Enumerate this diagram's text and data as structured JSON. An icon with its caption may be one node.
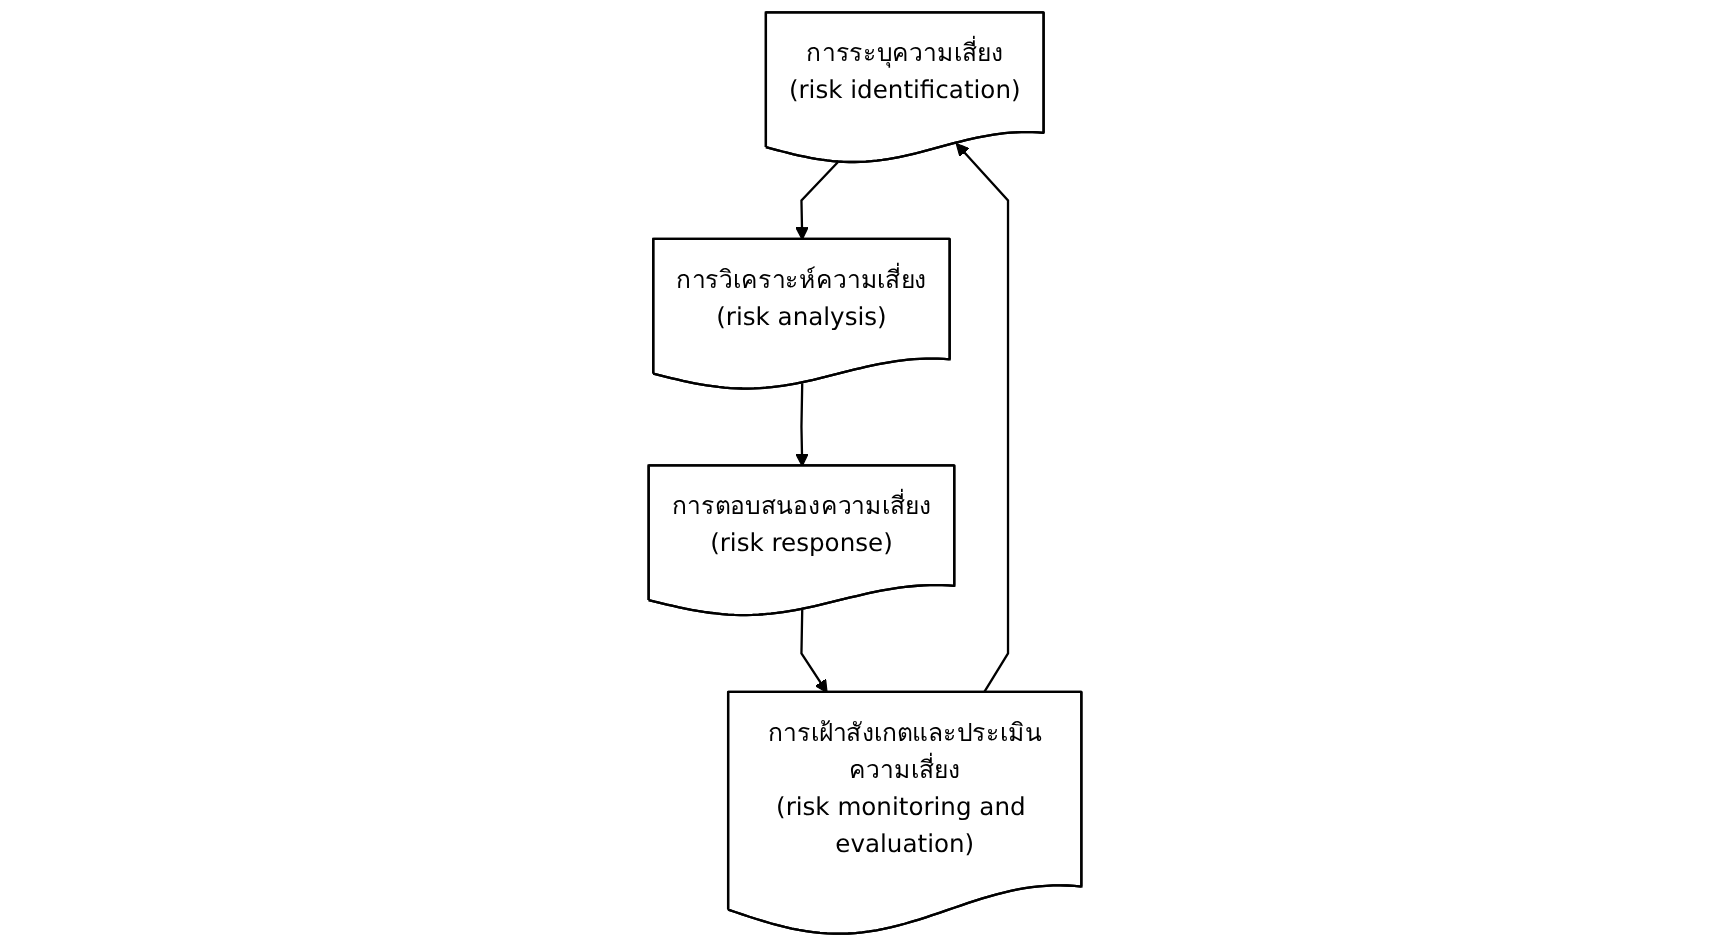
{
  "diagram": {
    "nodes": [
      {
        "text": [
          "การระบุความเสี่ยง",
          "(risk identification)"
        ]
      },
      {
        "text": [
          "การวิเคราะห์ความเสี่ยง",
          "(risk analysis)"
        ]
      },
      {
        "text": [
          "การตอบสนองความเสี่ยง",
          "(risk response)"
        ]
      },
      {
        "text": [
          "การเฝ้าสังเกตและประเมินความเสี่ยง",
          "(risk monitoring and evaluation)"
        ]
      }
    ],
    "edges": [
      {
        "from": 0,
        "to": 1,
        "arrow": "to"
      },
      {
        "from": 1,
        "to": 2,
        "arrow": "to"
      },
      {
        "from": 2,
        "to": 3,
        "arrow": "to"
      },
      {
        "from": 3,
        "to": 0,
        "arrow": "to"
      }
    ]
  }
}
